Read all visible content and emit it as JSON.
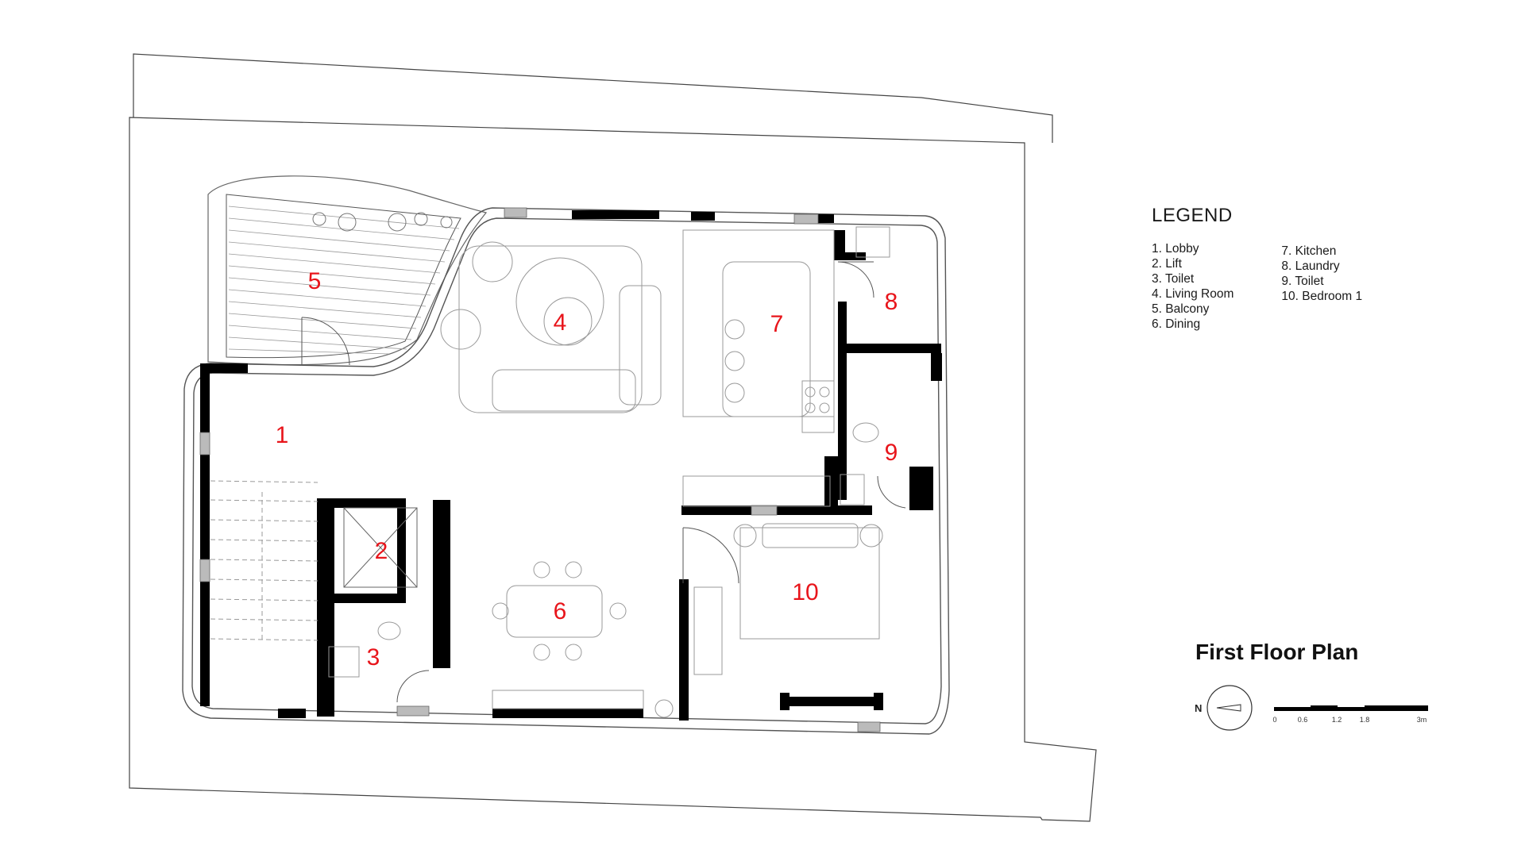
{
  "legend": {
    "title": "LEGEND",
    "items_col1": [
      "1. Lobby",
      "2. Lift",
      "3. Toilet",
      "4. Living Room",
      "5. Balcony",
      "6. Dining"
    ],
    "items_col2": [
      "7. Kitchen",
      "8. Laundry",
      "9. Toilet",
      "10. Bedroom 1"
    ]
  },
  "rooms": [
    "1",
    "2",
    "3",
    "4",
    "5",
    "6",
    "7",
    "8",
    "9",
    "10"
  ],
  "plan_title": "First Floor Plan",
  "north_label": "N",
  "scale": {
    "labels": [
      "0",
      "0.6",
      "1.2",
      "1.8",
      "3m"
    ]
  },
  "colors": {
    "room_number": "#e8151b",
    "wall": "#000000",
    "line": "#555555"
  }
}
